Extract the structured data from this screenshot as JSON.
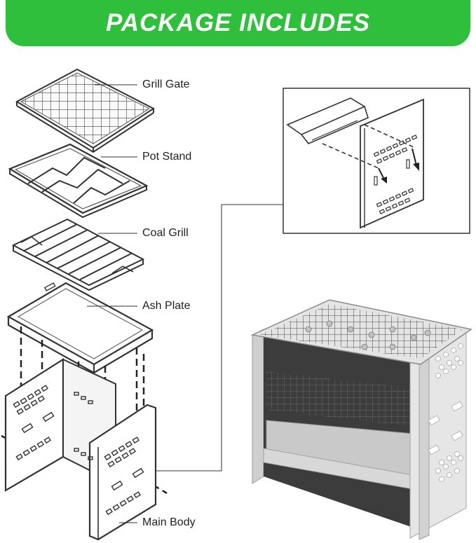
{
  "banner": {
    "title": "PACKAGE INCLUDES",
    "color": "#2fbf3c"
  },
  "parts": [
    {
      "label": "Grill Gate"
    },
    {
      "label": "Pot Stand"
    },
    {
      "label": "Coal Grill"
    },
    {
      "label": "Ash Plate"
    },
    {
      "label": "Main Body"
    }
  ],
  "icons": [
    "grill-gate-illustration",
    "pot-stand-illustration",
    "coal-grill-illustration",
    "ash-plate-illustration",
    "main-body-illustration",
    "assembly-detail-illustration",
    "assembled-stove-photo"
  ]
}
